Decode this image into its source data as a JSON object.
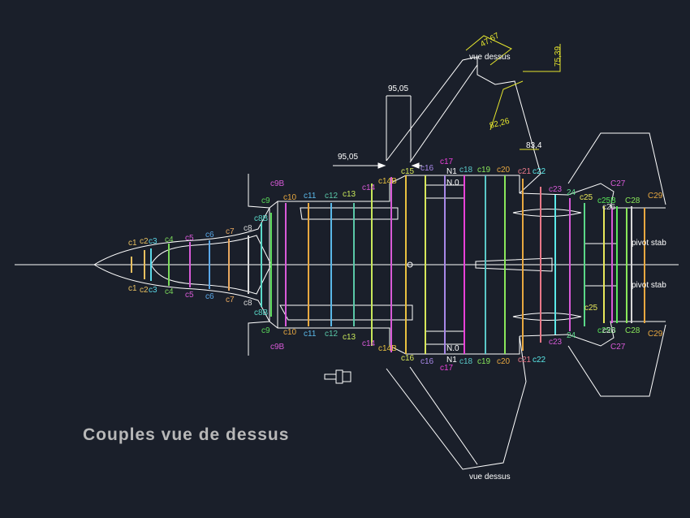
{
  "caption": "Couples vue de dessus",
  "labels": {
    "vue_dessus_top": "vue dessus",
    "vue_dessus_bottom": "vue dessus",
    "dim_4767": "47,67",
    "dim_7539": "75,39",
    "dim_8226": "82,26",
    "dim_834": "83,4",
    "dim_9505_a": "95,05",
    "dim_9505_b": "95,05",
    "pivot_top": "pivot stab",
    "pivot_bottom": "pivot stab",
    "n0_top": "N.0",
    "n0_bottom": "N.0",
    "n1_top": "N1",
    "n1_bottom": "N1"
  },
  "colors": {
    "background": "#1a1f2a",
    "outline": "#ffffff",
    "dimension": "#e6e62e",
    "caption": "#b8b8b8"
  },
  "couples_top": [
    {
      "label": "c1",
      "color": "#e8c060"
    },
    {
      "label": "c2",
      "color": "#e8c060"
    },
    {
      "label": "c3",
      "color": "#5ad8e8"
    },
    {
      "label": "c4",
      "color": "#7ad85a"
    },
    {
      "label": "c5",
      "color": "#d85ad8"
    },
    {
      "label": "c6",
      "color": "#5aa8e8"
    },
    {
      "label": "c7",
      "color": "#e8a860"
    },
    {
      "label": "c8",
      "color": "#d8d8d8"
    },
    {
      "label": "c8B",
      "color": "#5ad8c8"
    },
    {
      "label": "c9",
      "color": "#5ad85a"
    },
    {
      "label": "c9B",
      "color": "#d85ad8"
    },
    {
      "label": "c10",
      "color": "#e8a840"
    },
    {
      "label": "c11",
      "color": "#5ab8e8"
    },
    {
      "label": "c12",
      "color": "#5ac8a8"
    },
    {
      "label": "c13",
      "color": "#c8e85a"
    },
    {
      "label": "c14",
      "color": "#d85ad8"
    },
    {
      "label": "c14B",
      "color": "#e8c040"
    },
    {
      "label": "c15",
      "color": "#d8e85a"
    },
    {
      "label": "c16",
      "color": "#a888e8"
    },
    {
      "label": "c17",
      "color": "#e840d8"
    },
    {
      "label": "c18",
      "color": "#5ac8c8"
    },
    {
      "label": "c19",
      "color": "#8ae85a"
    },
    {
      "label": "c20",
      "color": "#e8a840"
    },
    {
      "label": "c21",
      "color": "#e87888"
    },
    {
      "label": "c22",
      "color": "#5ae8e8"
    },
    {
      "label": "c23",
      "color": "#d85ad8"
    },
    {
      "label": "24",
      "color": "#5ad888"
    },
    {
      "label": "c25",
      "color": "#e8e85a"
    },
    {
      "label": "c25B",
      "color": "#5ae85a"
    },
    {
      "label": "c26",
      "color": "#d8d8d8"
    },
    {
      "label": "C27",
      "color": "#d85ad8"
    },
    {
      "label": "C28",
      "color": "#8ae85a"
    },
    {
      "label": "C29",
      "color": "#e8a840"
    }
  ],
  "couples_bottom": [
    {
      "label": "c1",
      "color": "#e8c060"
    },
    {
      "label": "c2",
      "color": "#e8c060"
    },
    {
      "label": "c3",
      "color": "#5ad8e8"
    },
    {
      "label": "c4",
      "color": "#7ad85a"
    },
    {
      "label": "c5",
      "color": "#d85ad8"
    },
    {
      "label": "c6",
      "color": "#5aa8e8"
    },
    {
      "label": "c7",
      "color": "#e8a860"
    },
    {
      "label": "c8",
      "color": "#d8d8d8"
    },
    {
      "label": "c8B",
      "color": "#5ad8c8"
    },
    {
      "label": "c9",
      "color": "#5ad85a"
    },
    {
      "label": "c9B",
      "color": "#d85ad8"
    },
    {
      "label": "c10",
      "color": "#e8a840"
    },
    {
      "label": "c11",
      "color": "#5ab8e8"
    },
    {
      "label": "c12",
      "color": "#5ac8a8"
    },
    {
      "label": "c13",
      "color": "#c8e85a"
    },
    {
      "label": "c14",
      "color": "#d85ad8"
    },
    {
      "label": "c14B",
      "color": "#e8c040"
    },
    {
      "label": "c16",
      "color": "#d8e85a"
    },
    {
      "label": "c16",
      "color": "#a888e8"
    },
    {
      "label": "c17",
      "color": "#e840d8"
    },
    {
      "label": "c18",
      "color": "#5ac8c8"
    },
    {
      "label": "c19",
      "color": "#8ae85a"
    },
    {
      "label": "c20",
      "color": "#e8a840"
    },
    {
      "label": "c21",
      "color": "#e87888"
    },
    {
      "label": "c22",
      "color": "#5ae8e8"
    },
    {
      "label": "c23",
      "color": "#d85ad8"
    },
    {
      "label": "24",
      "color": "#5ad888"
    },
    {
      "label": "c25",
      "color": "#e8e85a"
    },
    {
      "label": "c25B",
      "color": "#5ae85a"
    },
    {
      "label": "c26",
      "color": "#d8d8d8"
    },
    {
      "label": "C27",
      "color": "#d85ad8"
    },
    {
      "label": "C28",
      "color": "#8ae85a"
    },
    {
      "label": "C29",
      "color": "#e8a840"
    }
  ]
}
